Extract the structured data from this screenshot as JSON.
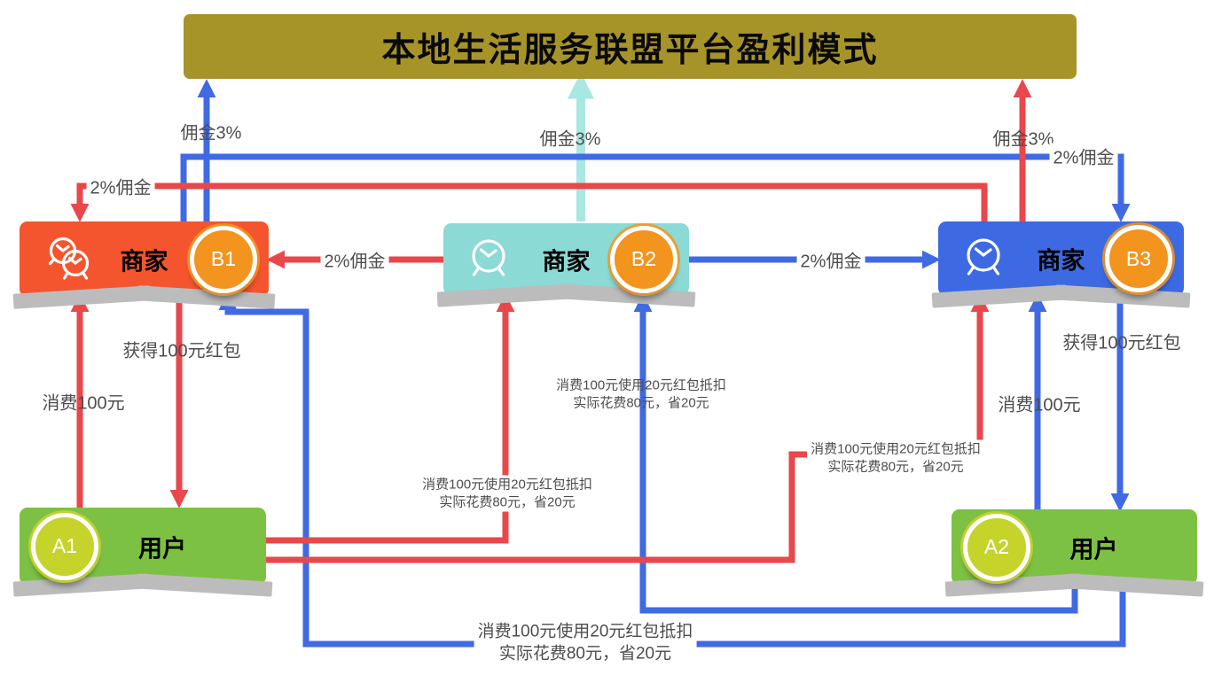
{
  "title": "本地生活服务联盟平台盈利模式",
  "colors": {
    "title_bg": "#a69429",
    "merchant1_bg": "#f4552e",
    "merchant2_bg": "#8bdad6",
    "merchant3_bg": "#3d6ae2",
    "user_bg": "#7cc143",
    "badge_merchant": "#f2941d",
    "badge_user": "#c6d32b",
    "red": "#e8474b",
    "blue": "#3f6ae4",
    "teal": "#a9e7e3",
    "label_text": "#4d4d4d"
  },
  "nodes": {
    "b1": {
      "label": "商家",
      "badge": "B1",
      "icon": "double-alarm-clock-icon"
    },
    "b2": {
      "label": "商家",
      "badge": "B2",
      "icon": "alarm-clock-icon"
    },
    "b3": {
      "label": "商家",
      "badge": "B3",
      "icon": "alarm-clock-icon"
    },
    "a1": {
      "label": "用户",
      "badge": "A1"
    },
    "a2": {
      "label": "用户",
      "badge": "A2"
    }
  },
  "labels": {
    "commission3_left": "佣金3%",
    "commission3_mid": "佣金3%",
    "commission3_right": "佣金3%",
    "commission2_top_left": "2%佣金",
    "commission2_top_right": "2%佣金",
    "commission2_b2_to_b1": "2%佣金",
    "commission2_b2_to_b3": "2%佣金",
    "consume_left": "消费100元",
    "consume_right": "消费100元",
    "redpacket_left": "获得100元红包",
    "redpacket_right": "获得100元红包",
    "discount_line1": "消费100元使用20元红包抵扣",
    "discount_line2": "实际花费80元，省20元"
  }
}
